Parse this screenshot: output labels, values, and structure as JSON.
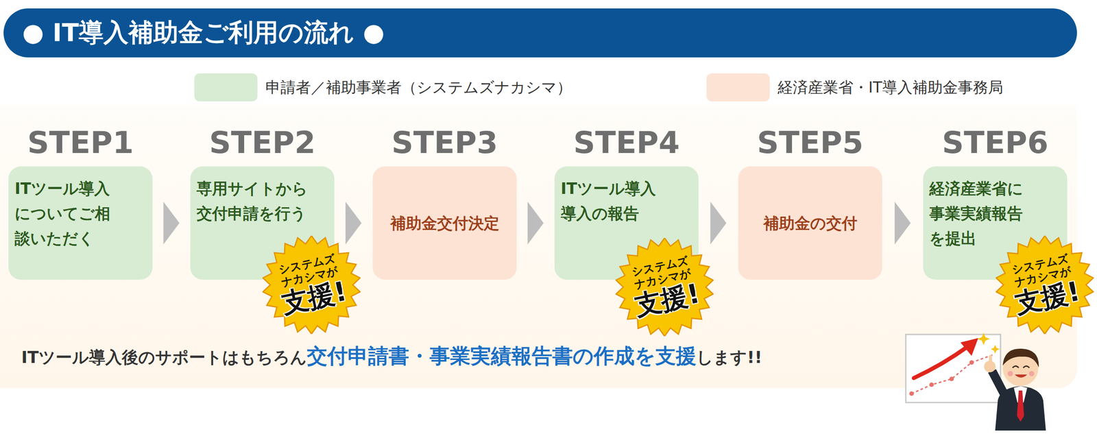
{
  "diagram": {
    "title": "● IT導入補助金ご利用の流れ ●",
    "nodes": [
      {
        "text": [
          "STEP1",
          "ITツール導入 についてご相 談いただく"
        ]
      },
      {
        "text": [
          "STEP2",
          "専用サイトから 交付申請を行う"
        ]
      },
      {
        "text": [
          "システムズ ナカシマが",
          "支援!"
        ]
      },
      {
        "text": [
          "STEP3",
          "補助金交付決定"
        ]
      },
      {
        "text": [
          "STEP4",
          "ITツール導入 導入の報告"
        ]
      },
      {
        "text": [
          "システムズ ナカシマが",
          "支援!"
        ]
      },
      {
        "text": [
          "STEP5",
          "補助金の交付"
        ]
      },
      {
        "text": [
          "STEP6",
          "経済産業省に 事業実績報告 を提出"
        ]
      },
      {
        "text": [
          "システムズ ナカシマが",
          "支援!"
        ]
      }
    ],
    "edges": [
      {
        "from": 0,
        "to": 1,
        "arrow": "to"
      },
      {
        "from": 1,
        "to": 3,
        "arrow": "to"
      },
      {
        "from": 3,
        "to": 4,
        "arrow": "to"
      },
      {
        "from": 4,
        "to": 6,
        "arrow": "to"
      },
      {
        "from": 6,
        "to": 7,
        "arrow": "to"
      }
    ],
    "labels": [
      "ITツール導入後のサポートはもちろん",
      "交付申請書・事業実績報告書の作成を支援",
      "します!!"
    ],
    "legend": [
      {
        "text": "申請者／補助事業者（システムズナカシマ）",
        "color": "#d8ecd3"
      },
      {
        "text": "経済産業省・IT導入補助金事務局",
        "color": "#fde3d4"
      }
    ]
  }
}
